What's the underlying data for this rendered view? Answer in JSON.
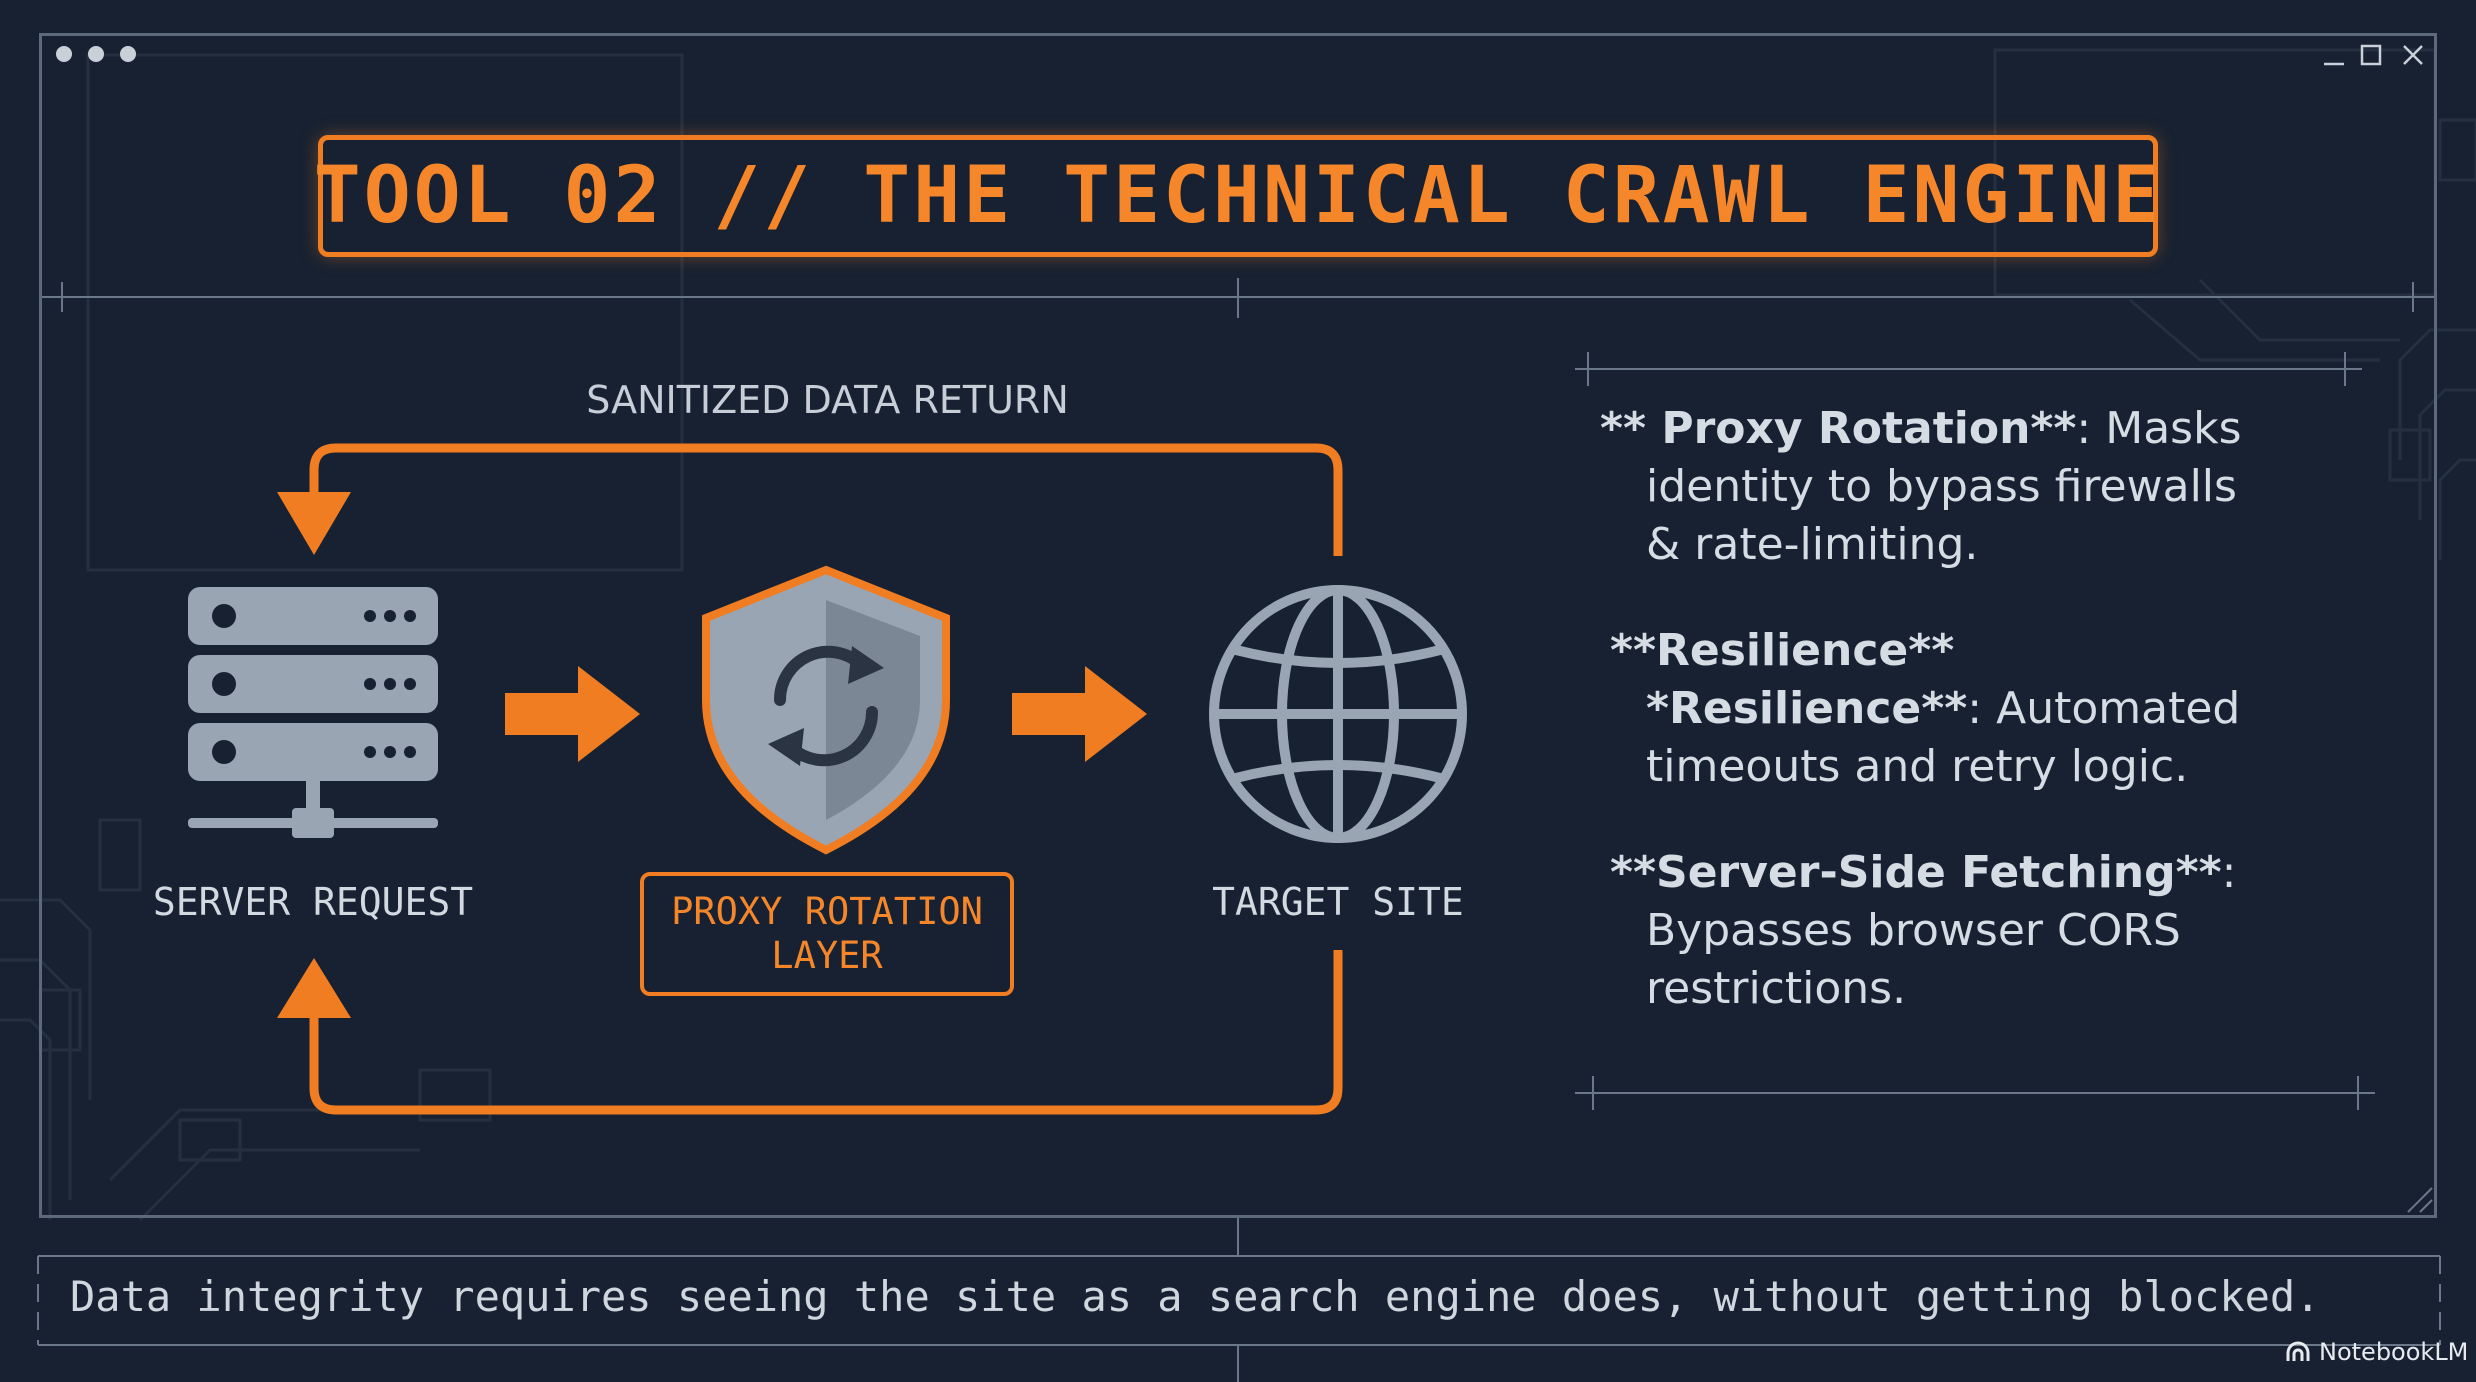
{
  "title": "TOOL 02 // THE TECHNICAL CRAWL ENGINE",
  "diagram": {
    "loop_label": "SANITIZED DATA RETURN",
    "server_label": "SERVER REQUEST",
    "proxy_label_line1": "PROXY ROTATION",
    "proxy_label_line2": "LAYER",
    "target_label": "TARGET SITE"
  },
  "features": [
    {
      "lines": [
        {
          "bold": "** Proxy Rotation**",
          "text": ": Masks"
        },
        {
          "bold": "",
          "text": "identity to bypass firewalls"
        },
        {
          "bold": "",
          "text": "& rate-limiting."
        }
      ]
    },
    {
      "lines": [
        {
          "bold": "**Resilience**",
          "text": ""
        },
        {
          "bold": "*Resilience**",
          "text": ": Automated"
        },
        {
          "bold": "",
          "text": "timeouts and retry logic."
        }
      ]
    },
    {
      "lines": [
        {
          "bold": "**Server-Side Fetching**",
          "text": ":"
        },
        {
          "bold": "",
          "text": "Bypasses browser CORS"
        },
        {
          "bold": "",
          "text": "restrictions."
        }
      ]
    }
  ],
  "footer": "Data integrity requires seeing the site as a search engine does, without getting blocked.",
  "brand": "NotebookLM",
  "colors": {
    "accent": "#f07d22",
    "background": "#172131",
    "icon_gray": "#9aa5b3",
    "text": "#d6dce4"
  },
  "icons": [
    "server-icon",
    "shield-refresh-icon",
    "globe-icon",
    "arrow-right-icon",
    "notebooklm-logo-icon"
  ]
}
